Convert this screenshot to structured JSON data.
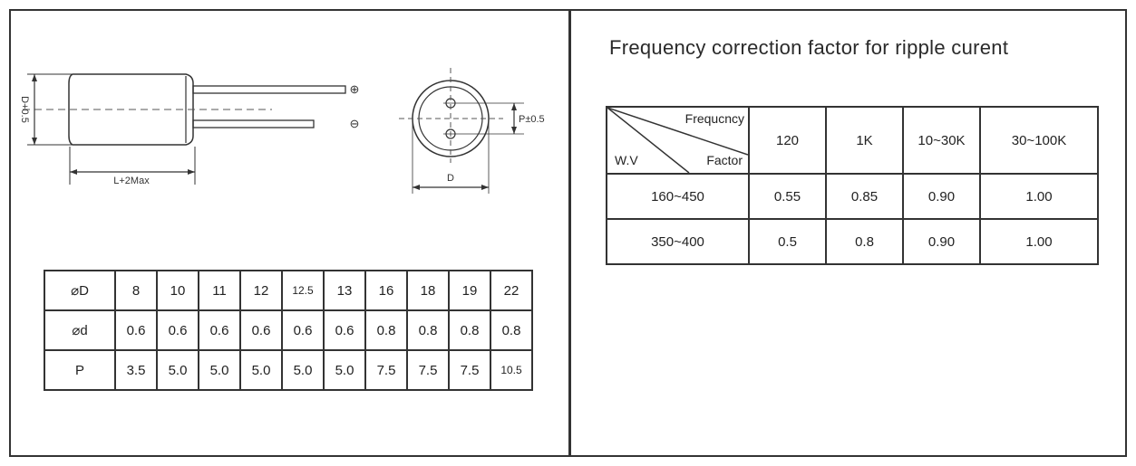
{
  "diagram": {
    "height_label": "D+0.5",
    "length_label": "L+2Max",
    "diameter_label": "D",
    "pitch_label": "P±0.5",
    "plus_symbol": "⊕",
    "minus_symbol": "⊖"
  },
  "dims_table": {
    "rows": [
      {
        "label": "⌀D",
        "values": [
          "8",
          "10",
          "11",
          "12",
          "12.5",
          "13",
          "16",
          "18",
          "19",
          "22"
        ]
      },
      {
        "label": "⌀d",
        "values": [
          "0.6",
          "0.6",
          "0.6",
          "0.6",
          "0.6",
          "0.6",
          "0.8",
          "0.8",
          "0.8",
          "0.8"
        ]
      },
      {
        "label": "P",
        "values": [
          "3.5",
          "5.0",
          "5.0",
          "5.0",
          "5.0",
          "5.0",
          "7.5",
          "7.5",
          "7.5",
          "10.5"
        ]
      }
    ]
  },
  "freq_table": {
    "title": "Frequency correction factor for ripple curent",
    "corner_top": "Frequcncy",
    "corner_left": "W.V",
    "corner_right": "Factor",
    "columns": [
      "120",
      "1K",
      "10~30K",
      "30~100K"
    ],
    "rows": [
      {
        "wv": "160~450",
        "values": [
          "0.55",
          "0.85",
          "0.90",
          "1.00"
        ]
      },
      {
        "wv": "350~400",
        "values": [
          "0.5",
          "0.8",
          "0.90",
          "1.00"
        ]
      }
    ]
  }
}
